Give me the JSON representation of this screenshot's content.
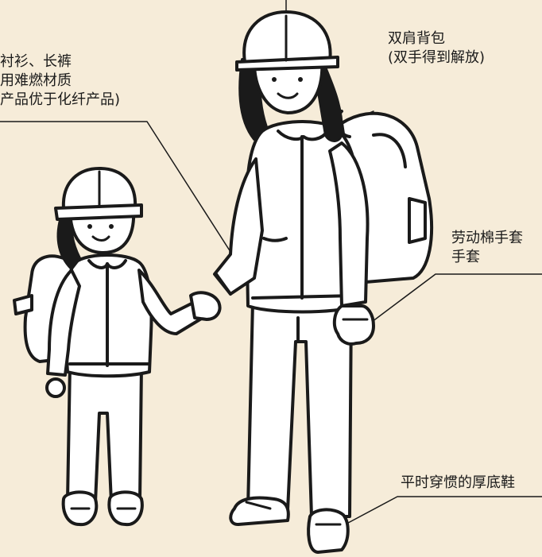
{
  "colors": {
    "background": "#f6ecd9",
    "ink": "#1a1a1a",
    "figure_fill": "#ffffff"
  },
  "callouts": {
    "clothing": {
      "line1": "衬衫、长裤",
      "line2": "用难燃材质",
      "line3": "产品优于化纤产品)"
    },
    "backpack": {
      "line1": "双肩背包",
      "line2": "(双手得到解放)"
    },
    "gloves": {
      "line1": "劳动棉手套",
      "line2": "手套"
    },
    "shoes": {
      "line1": "平时穿惯的厚底鞋"
    }
  }
}
